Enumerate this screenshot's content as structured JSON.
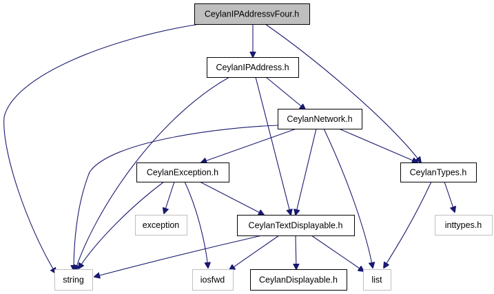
{
  "diagram": {
    "nodes": [
      {
        "id": "ceylanipaddressvfour",
        "label": "CeylanIPAddressvFour.h",
        "kind": "focus"
      },
      {
        "id": "ceylanipaddress",
        "label": "CeylanIPAddress.h",
        "kind": "normal"
      },
      {
        "id": "ceylannetwork",
        "label": "CeylanNetwork.h",
        "kind": "normal"
      },
      {
        "id": "ceylanexception",
        "label": "CeylanException.h",
        "kind": "normal"
      },
      {
        "id": "ceylantypes",
        "label": "CeylanTypes.h",
        "kind": "normal"
      },
      {
        "id": "ceylantextdisplayable",
        "label": "CeylanTextDisplayable.h",
        "kind": "normal"
      },
      {
        "id": "ceylandisplayable",
        "label": "CeylanDisplayable.h",
        "kind": "normal"
      },
      {
        "id": "exception",
        "label": "exception",
        "kind": "external"
      },
      {
        "id": "inttypes",
        "label": "inttypes.h",
        "kind": "external"
      },
      {
        "id": "string",
        "label": "string",
        "kind": "external"
      },
      {
        "id": "iosfwd",
        "label": "iosfwd",
        "kind": "external"
      },
      {
        "id": "list",
        "label": "list",
        "kind": "external"
      }
    ],
    "edges": [
      {
        "from": "ceylanipaddressvfour",
        "to": "ceylanipaddress"
      },
      {
        "from": "ceylanipaddressvfour",
        "to": "string"
      },
      {
        "from": "ceylanipaddressvfour",
        "to": "ceylantypes"
      },
      {
        "from": "ceylanipaddress",
        "to": "ceylannetwork"
      },
      {
        "from": "ceylanipaddress",
        "to": "string"
      },
      {
        "from": "ceylanipaddress",
        "to": "ceylantextdisplayable"
      },
      {
        "from": "ceylannetwork",
        "to": "ceylanexception"
      },
      {
        "from": "ceylannetwork",
        "to": "ceylantypes"
      },
      {
        "from": "ceylannetwork",
        "to": "string"
      },
      {
        "from": "ceylannetwork",
        "to": "ceylantextdisplayable"
      },
      {
        "from": "ceylannetwork",
        "to": "list"
      },
      {
        "from": "ceylanexception",
        "to": "exception"
      },
      {
        "from": "ceylanexception",
        "to": "string"
      },
      {
        "from": "ceylanexception",
        "to": "iosfwd"
      },
      {
        "from": "ceylanexception",
        "to": "ceylantextdisplayable"
      },
      {
        "from": "ceylantypes",
        "to": "inttypes"
      },
      {
        "from": "ceylantypes",
        "to": "list"
      },
      {
        "from": "ceylantextdisplayable",
        "to": "string"
      },
      {
        "from": "ceylantextdisplayable",
        "to": "iosfwd"
      },
      {
        "from": "ceylantextdisplayable",
        "to": "ceylandisplayable"
      },
      {
        "from": "ceylantextdisplayable",
        "to": "list"
      }
    ],
    "colors": {
      "edge": "#191970",
      "focus_fill": "#bfbfbf",
      "external_border": "#bfbfbf",
      "box_border": "#000000"
    }
  }
}
